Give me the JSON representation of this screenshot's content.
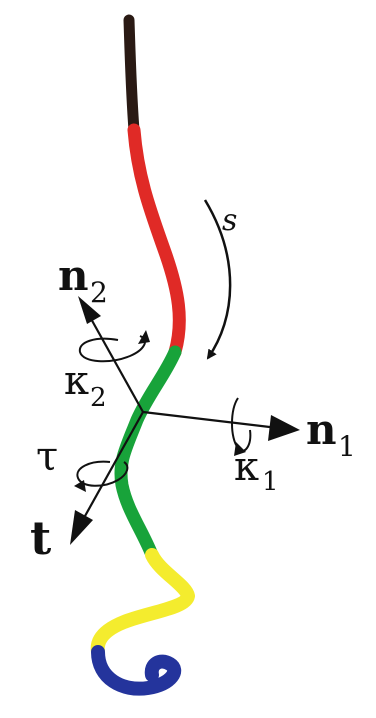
{
  "colors": {
    "segment_top": "#2a1a14",
    "segment_red": "#e02a26",
    "segment_green": "#18a33a",
    "segment_yellow": "#f4ec2e",
    "segment_blue": "#24349c",
    "ink": "#111111"
  },
  "labels": {
    "arclength": "s",
    "normal_2": "n",
    "normal_2_sub": "2",
    "curvature_2": "κ",
    "curvature_2_sub": "2",
    "normal_1": "n",
    "normal_1_sub": "1",
    "curvature_1": "κ",
    "curvature_1_sub": "1",
    "twist": "τ",
    "tangent": "t"
  }
}
